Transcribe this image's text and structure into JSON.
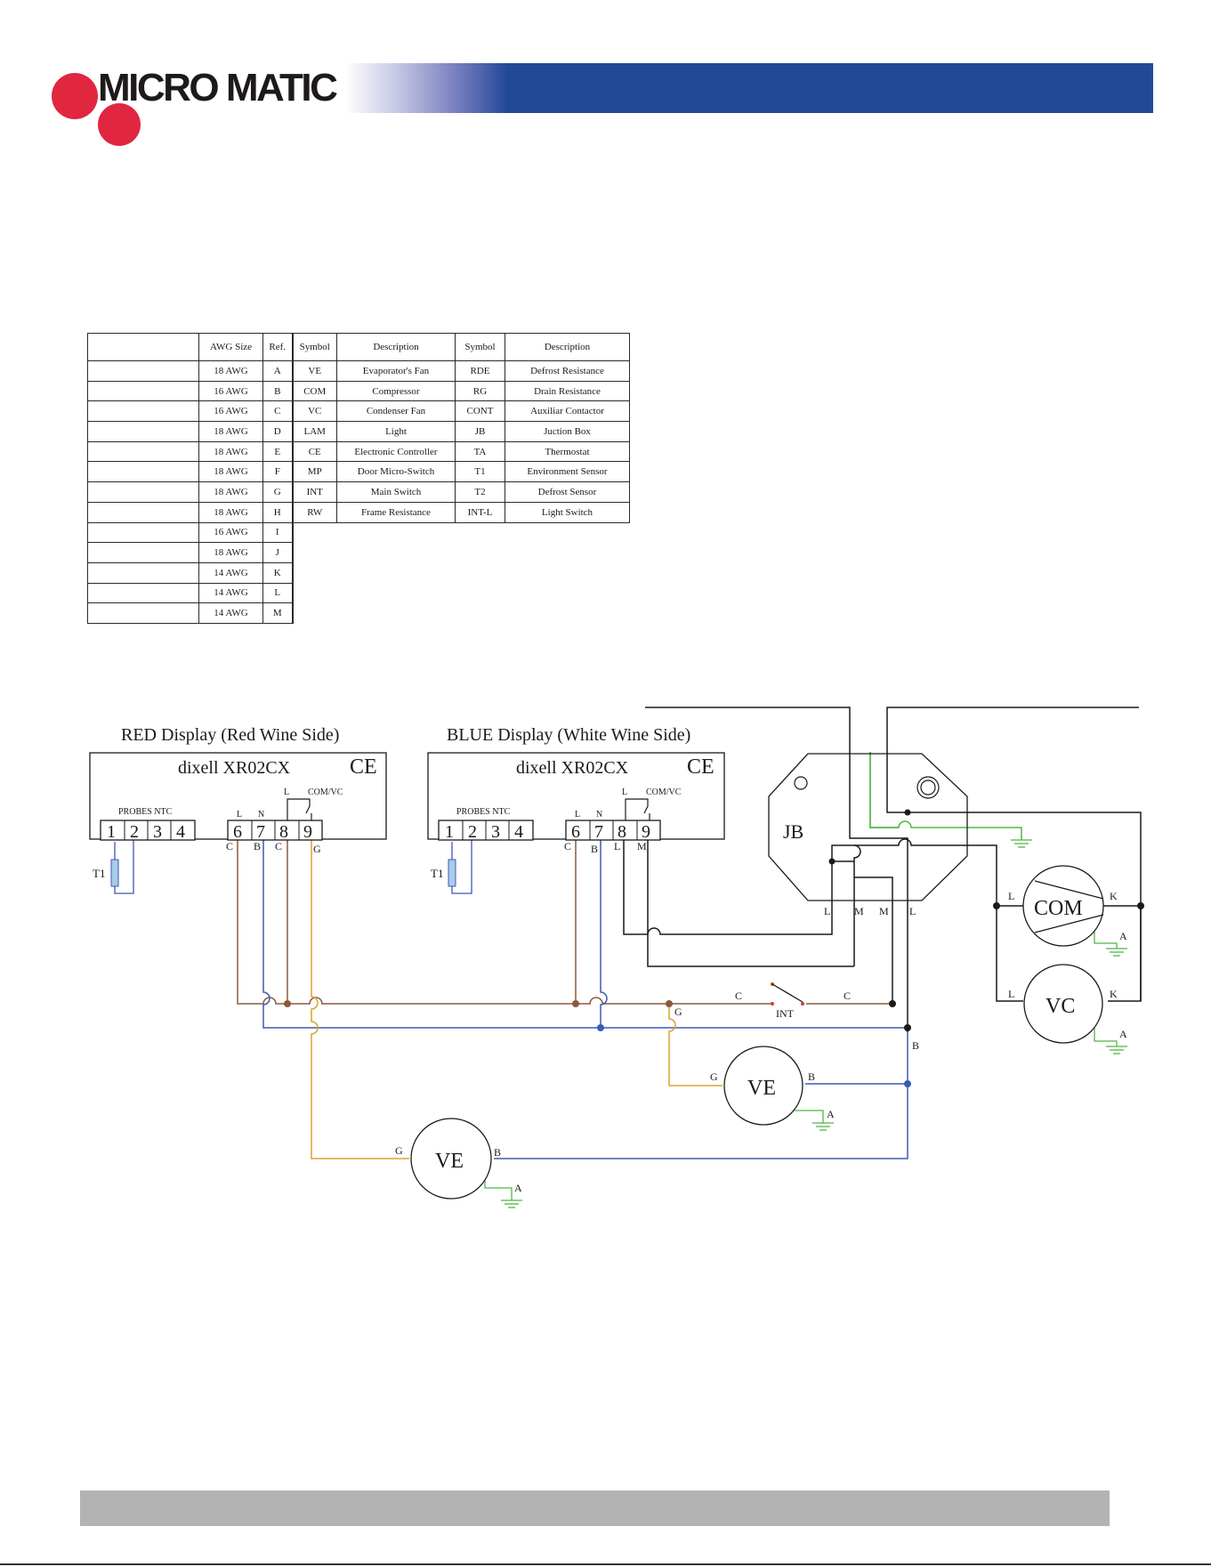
{
  "brand": {
    "name": "MICRO MATIC",
    "colors": {
      "logo_red": "#e1263f",
      "header_blue": "#214a96",
      "footer_gray": "#b3b3b3"
    }
  },
  "table": {
    "headers": [
      "",
      "AWG Size",
      "Ref.",
      "Symbol",
      "Description",
      "Symbol",
      "Description"
    ],
    "wires": [
      {
        "awg": "18 AWG",
        "ref": "A"
      },
      {
        "awg": "16 AWG",
        "ref": "B"
      },
      {
        "awg": "16 AWG",
        "ref": "C"
      },
      {
        "awg": "18 AWG",
        "ref": "D"
      },
      {
        "awg": "18 AWG",
        "ref": "E"
      },
      {
        "awg": "18 AWG",
        "ref": "F"
      },
      {
        "awg": "18 AWG",
        "ref": "G"
      },
      {
        "awg": "18 AWG",
        "ref": "H"
      },
      {
        "awg": "16 AWG",
        "ref": "I"
      },
      {
        "awg": "18 AWG",
        "ref": "J"
      },
      {
        "awg": "14 AWG",
        "ref": "K"
      },
      {
        "awg": "14 AWG",
        "ref": "L"
      },
      {
        "awg": "14 AWG",
        "ref": "M"
      }
    ],
    "symbols": [
      {
        "sym1": "VE",
        "desc1": "Evaporator's Fan",
        "sym2": "RDE",
        "desc2": "Defrost Resistance"
      },
      {
        "sym1": "COM",
        "desc1": "Compressor",
        "sym2": "RG",
        "desc2": "Drain Resistance"
      },
      {
        "sym1": "VC",
        "desc1": "Condenser Fan",
        "sym2": "CONT",
        "desc2": "Auxiliar Contactor"
      },
      {
        "sym1": "LAM",
        "desc1": "Light",
        "sym2": "JB",
        "desc2": "Juction Box"
      },
      {
        "sym1": "CE",
        "desc1": "Electronic Controller",
        "sym2": "TA",
        "desc2": "Thermostat"
      },
      {
        "sym1": "MP",
        "desc1": "Door Micro-Switch",
        "sym2": "T1",
        "desc2": "Environment Sensor"
      },
      {
        "sym1": "INT",
        "desc1": "Main Switch",
        "sym2": "T2",
        "desc2": "Defrost Sensor"
      },
      {
        "sym1": "RW",
        "desc1": "Frame Resistance",
        "sym2": "INT-L",
        "desc2": "Light Switch"
      }
    ]
  },
  "diagram": {
    "wire_colors": {
      "brown": "#8b5a3c",
      "blue": "#3a5bb5",
      "yellow": "#d9a62e",
      "green": "#52b548",
      "black": "#1a1a1a",
      "switch_red": "#d0402a"
    },
    "red_display": {
      "title": "RED Display (Red Wine Side)",
      "model": "dixell XR02CX",
      "tag": "CE",
      "probes_label": "PROBES NTC",
      "probe_terminals": [
        "1",
        "2",
        "3",
        "4"
      ],
      "relay_terminals": [
        "6",
        "7",
        "8",
        "9"
      ],
      "terminal_labels": [
        "L",
        "N",
        "L",
        "COM/VC"
      ],
      "wire_labels": [
        "C",
        "B",
        "C",
        "G"
      ],
      "sensor": "T1"
    },
    "blue_display": {
      "title": "BLUE Display (White Wine Side)",
      "model": "dixell XR02CX",
      "tag": "CE",
      "probes_label": "PROBES NTC",
      "probe_terminals": [
        "1",
        "2",
        "3",
        "4"
      ],
      "relay_terminals": [
        "6",
        "7",
        "8",
        "9"
      ],
      "terminal_labels": [
        "L",
        "N",
        "L",
        "COM/VC"
      ],
      "wire_labels": [
        "C",
        "B",
        "L",
        "M"
      ],
      "sensor": "T1"
    },
    "junction_box": {
      "label": "JB",
      "bottom_labels": [
        "L",
        "M",
        "M",
        "L"
      ]
    },
    "components": {
      "com": {
        "label": "COM",
        "left": "L",
        "right": "K",
        "ground": "A"
      },
      "vc": {
        "label": "VC",
        "left": "L",
        "right": "K",
        "ground": "A"
      },
      "ve_upper": {
        "label": "VE",
        "left": "G",
        "right": "B",
        "ground": "A"
      },
      "ve_lower": {
        "label": "VE",
        "left": "G",
        "right": "B",
        "ground": "A"
      }
    },
    "switch": {
      "label": "INT",
      "left": "C",
      "right": "C"
    },
    "misc_labels": {
      "g_branch": "G",
      "b_vertical": "B"
    }
  }
}
